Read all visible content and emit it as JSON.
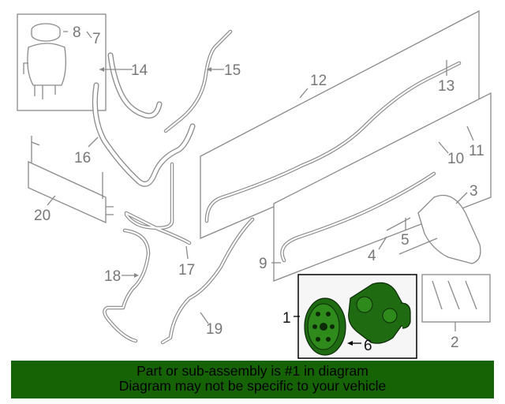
{
  "callouts": {
    "c1": "1",
    "c2": "2",
    "c3": "3",
    "c4": "4",
    "c5": "5",
    "c6": "6",
    "c7": "7",
    "c8": "8",
    "c9": "9",
    "c10": "10",
    "c11": "11",
    "c12": "12",
    "c13": "13",
    "c14": "14",
    "c15": "15",
    "c16": "16",
    "c17": "17",
    "c18": "18",
    "c19": "19",
    "c20": "20"
  },
  "banner": {
    "line1": "Part or sub-assembly is #1 in diagram",
    "line2": "Diagram may not be specific to your vehicle"
  },
  "colors": {
    "highlight": "#1f6b12",
    "banner": "#156305",
    "linework": "#8a8a8a"
  }
}
